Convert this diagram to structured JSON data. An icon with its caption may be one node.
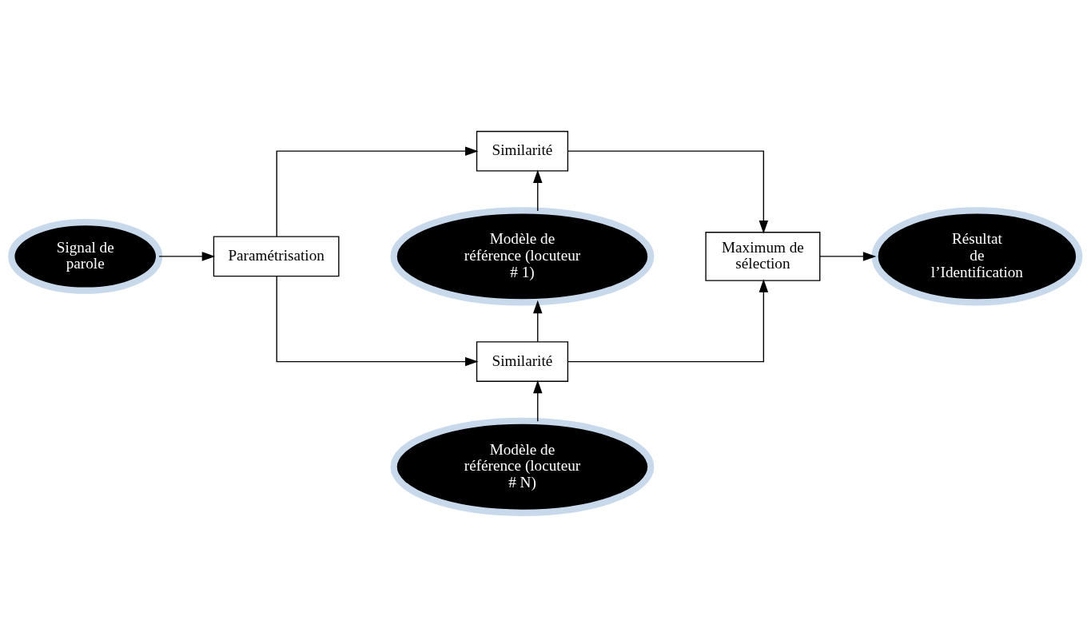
{
  "diagram": {
    "nodes": [
      {
        "text": [
          "Signal de parole"
        ]
      },
      {
        "text": [
          "Paramétrisation"
        ]
      },
      {
        "text": [
          "Similarité"
        ]
      },
      {
        "text": [
          "Modèle de référence (locuteur # 1)"
        ]
      },
      {
        "text": [
          "Maximum de sélection"
        ]
      },
      {
        "text": [
          "Résultat de l’Identification"
        ]
      },
      {
        "text": [
          "Similarité"
        ]
      },
      {
        "text": [
          "Modèle de référence (locuteur # N)"
        ]
      }
    ],
    "edges": [
      {
        "from": 0,
        "to": 1,
        "arrow": "to"
      },
      {
        "from": 1,
        "to": 2,
        "arrow": "to"
      },
      {
        "from": 1,
        "to": 6,
        "arrow": "to"
      },
      {
        "from": 3,
        "to": 2,
        "arrow": "to"
      },
      {
        "from": 6,
        "to": 3,
        "arrow": "to"
      },
      {
        "from": 7,
        "to": 6,
        "arrow": "to"
      },
      {
        "from": 2,
        "to": 4,
        "arrow": "to"
      },
      {
        "from": 6,
        "to": 4,
        "arrow": "to"
      },
      {
        "from": 4,
        "to": 5,
        "arrow": "to"
      }
    ]
  }
}
